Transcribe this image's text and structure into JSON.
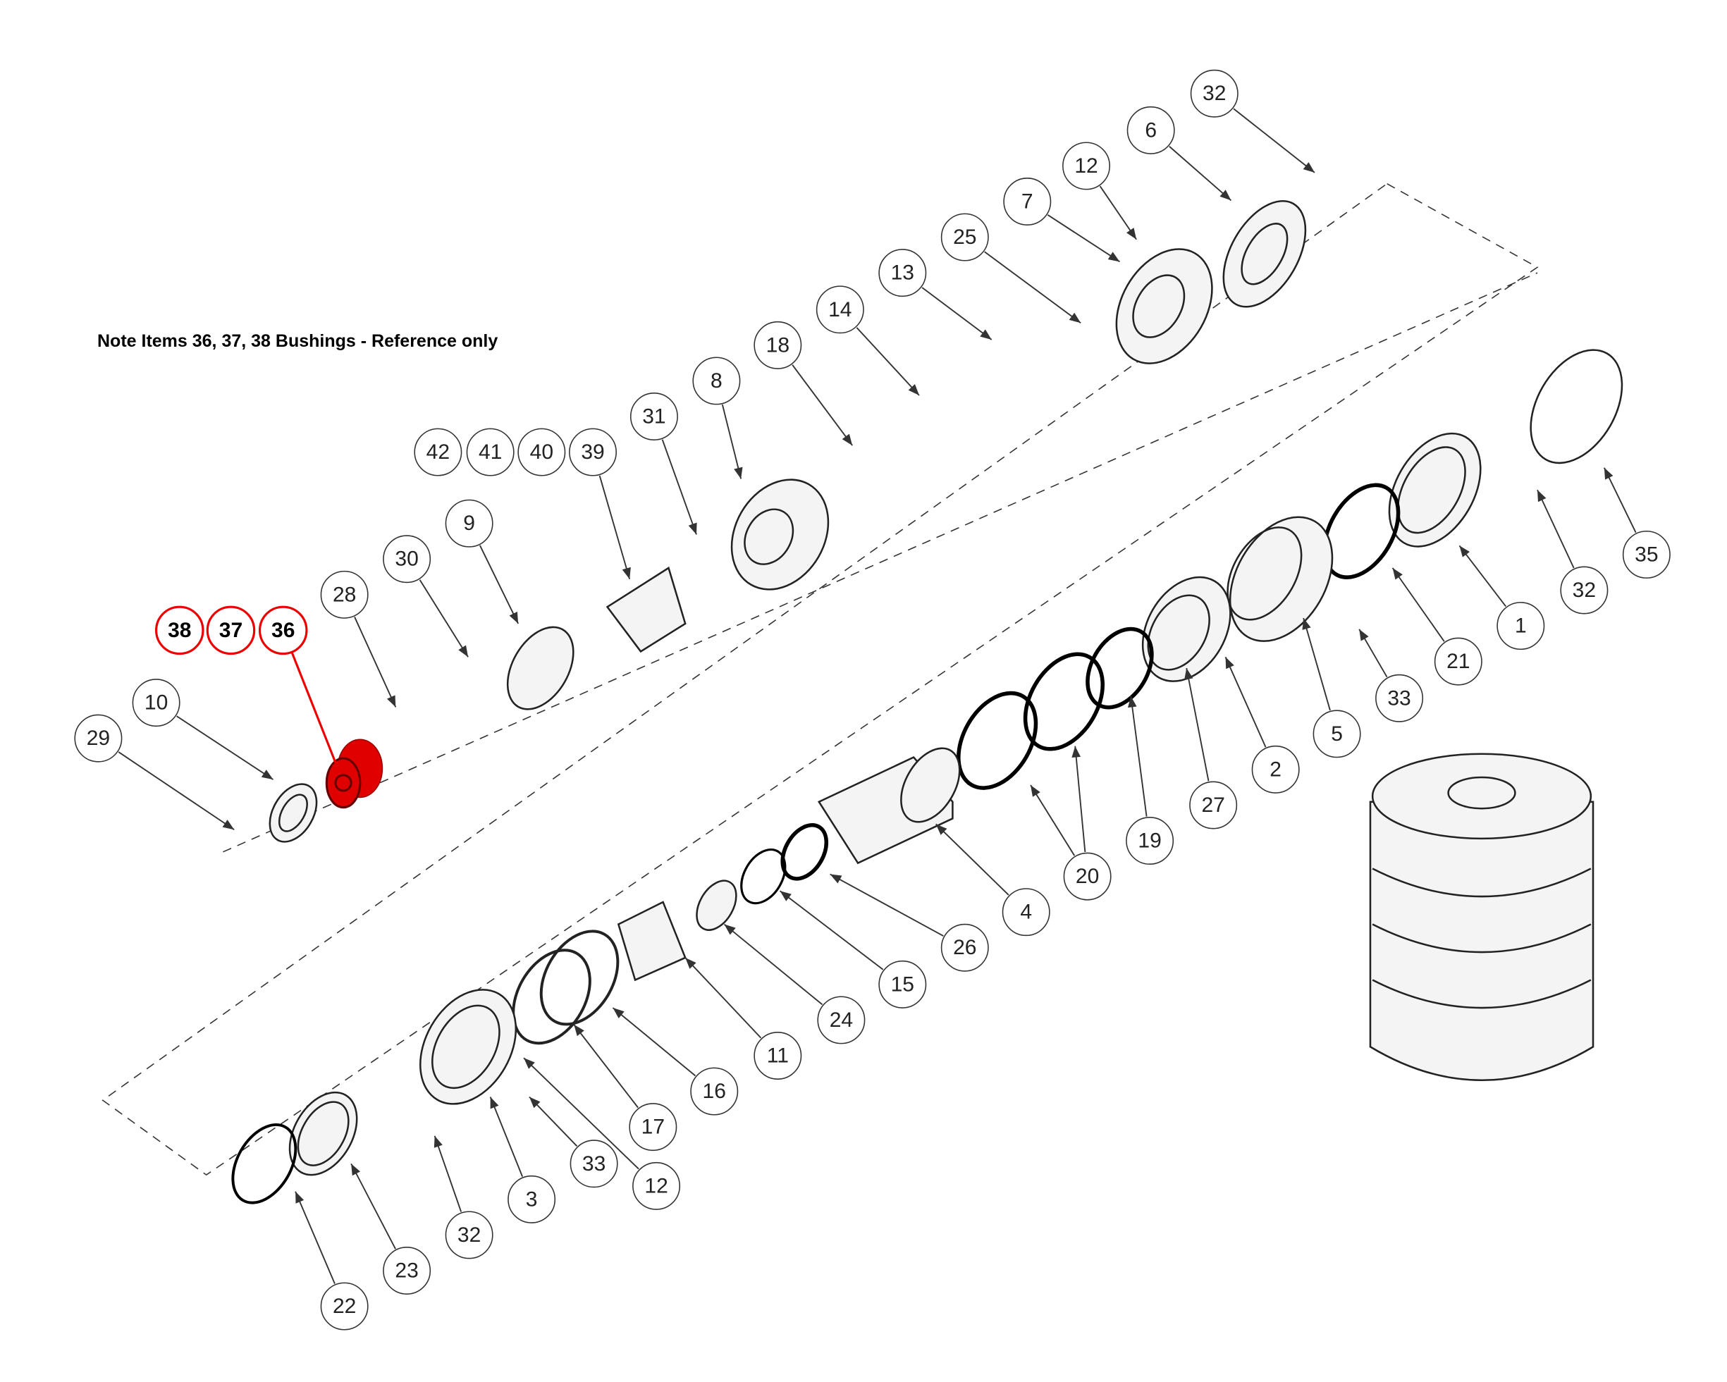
{
  "note": "Note Items 36, 37, 38 Bushings - Reference only",
  "highlight_color": "#e00000",
  "callouts": [
    "32",
    "6",
    "12",
    "7",
    "25",
    "13",
    "14",
    "18",
    "8",
    "31",
    "42",
    "41",
    "40",
    "39",
    "9",
    "30",
    "28",
    "38",
    "37",
    "36",
    "10",
    "29",
    "35",
    "32",
    "1",
    "21",
    "33",
    "5",
    "2",
    "27",
    "19",
    "20",
    "4",
    "26",
    "15",
    "24",
    "11",
    "16",
    "17",
    "12",
    "33",
    "3",
    "32",
    "23",
    "22"
  ],
  "highlighted_items": [
    "36",
    "37",
    "38"
  ]
}
